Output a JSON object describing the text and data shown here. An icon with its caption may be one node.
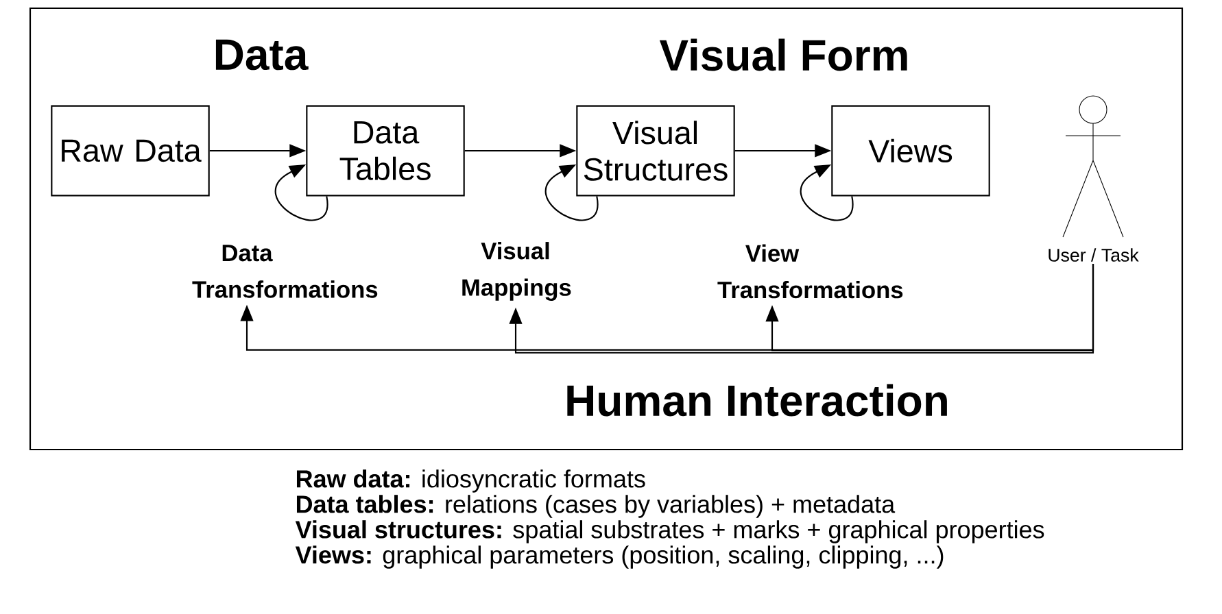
{
  "diagram": {
    "nodes": [
      {
        "text": [
          "Raw Data"
        ]
      },
      {
        "text": [
          "Data Tables"
        ]
      },
      {
        "text": [
          "Visual Structures"
        ]
      },
      {
        "text": [
          "Views"
        ]
      },
      {
        "text": [
          "Data Transformations"
        ]
      },
      {
        "text": [
          "Visual Mappings"
        ]
      },
      {
        "text": [
          "View Transformations"
        ]
      },
      {
        "text": [],
        "shape": "person",
        "beside": [
          "User / Task"
        ]
      }
    ],
    "edges": [
      {
        "from": 0,
        "to": 1,
        "arrow": "to"
      },
      {
        "from": 1,
        "to": 2,
        "arrow": "to"
      },
      {
        "from": 2,
        "to": 3,
        "arrow": "to"
      },
      {
        "from": 1,
        "to": 1,
        "arrow": "to"
      },
      {
        "from": 2,
        "to": 2,
        "arrow": "to"
      },
      {
        "from": 3,
        "to": 3,
        "arrow": "to"
      },
      {
        "from": 7,
        "to": 4,
        "arrow": "to"
      },
      {
        "from": 7,
        "to": 5,
        "arrow": "to"
      },
      {
        "from": 7,
        "to": 6,
        "arrow": "to"
      }
    ],
    "labels": [
      "Data",
      "Visual Form",
      "Human Interaction",
      "**Raw data:** idiosyncratic formats",
      "**Data tables:** relations (cases by variables) + metadata",
      "**Visual structures:** spatial substrates + marks + graphical properties",
      "**Views:** graphical parameters (position, scaling, clipping, ...)"
    ]
  }
}
